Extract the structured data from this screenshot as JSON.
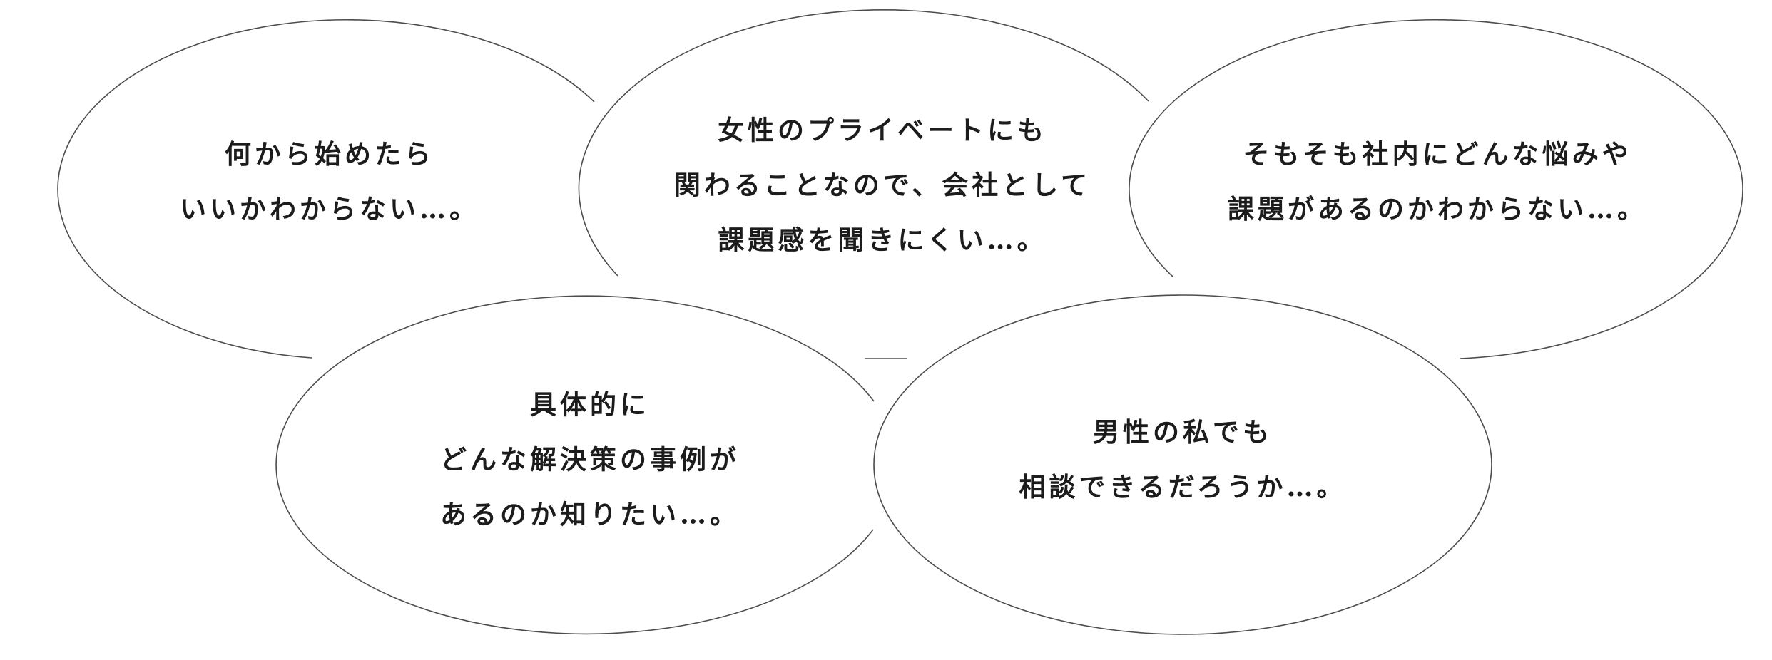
{
  "bubbles": [
    {
      "id": "bubble-1",
      "lines": [
        "何から始めたら",
        "いいかわからない…。"
      ]
    },
    {
      "id": "bubble-2",
      "lines": [
        "女性のプライベートにも",
        "関わることなので、会社として",
        "課題感を聞きにくい…。"
      ]
    },
    {
      "id": "bubble-3",
      "lines": [
        "そもそも社内にどんな悩みや",
        "課題があるのかわからない…。"
      ]
    },
    {
      "id": "bubble-4",
      "lines": [
        "具体的に",
        "どんな解決策の事例が",
        "あるのか知りたい…。"
      ]
    },
    {
      "id": "bubble-5",
      "lines": [
        "男性の私でも",
        "相談できるだろうか…。"
      ]
    }
  ],
  "colors": {
    "outline": "#4d4d4d",
    "text": "#1c1c1c",
    "background": "#ffffff"
  }
}
